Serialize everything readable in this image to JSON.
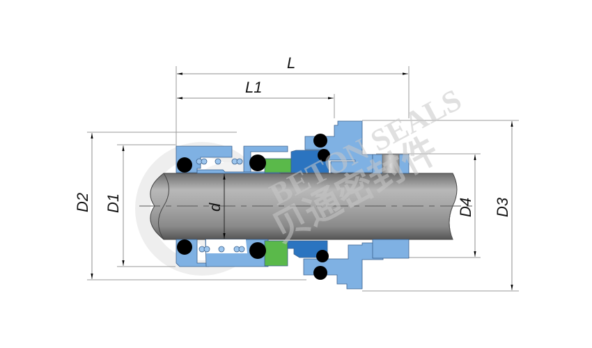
{
  "diagram": {
    "type": "mechanical-seal-cross-section",
    "dimensions": {
      "L": "L",
      "L1": "L1",
      "d": "d",
      "D1": "D1",
      "D2": "D2",
      "D3": "D3",
      "D4": "D4"
    },
    "watermark": {
      "latin": "BETON SEALS",
      "chinese": "贝通密封件"
    },
    "colors": {
      "metal_light_blue": "#7fb1e3",
      "metal_dark_blue": "#2b74c0",
      "face_green": "#5ab94a",
      "o_ring_black": "#000000",
      "shaft_gray": "#9a9a9a",
      "dimension_line": "#8c8c8c",
      "outline": "#3a5f8a"
    },
    "components": [
      "shaft",
      "spring-holder",
      "springs",
      "rotating-ring",
      "rotating-face",
      "stationary-seat",
      "gland",
      "set-screw",
      "o-rings"
    ]
  }
}
